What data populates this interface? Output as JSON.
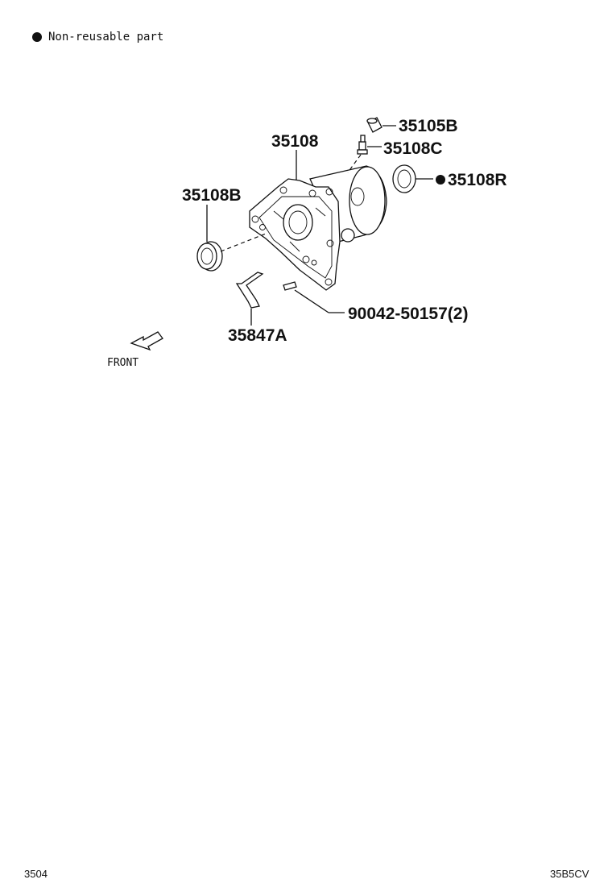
{
  "legend": {
    "marker": "filled-circle",
    "text": "Non-reusable part"
  },
  "diagram": {
    "front_label": "FRONT",
    "parts": [
      {
        "id": "p35108",
        "label": "35108"
      },
      {
        "id": "p35105b",
        "label": "35105B"
      },
      {
        "id": "p35108c",
        "label": "35108C"
      },
      {
        "id": "p35108r",
        "label": "35108R",
        "non_reusable": true
      },
      {
        "id": "p35108b",
        "label": "35108B"
      },
      {
        "id": "p35847a",
        "label": "35847A"
      },
      {
        "id": "p90042",
        "label": "90042-50157(2)"
      }
    ]
  },
  "footer": {
    "page_code": "3504",
    "figure_code": "35B5CV"
  }
}
